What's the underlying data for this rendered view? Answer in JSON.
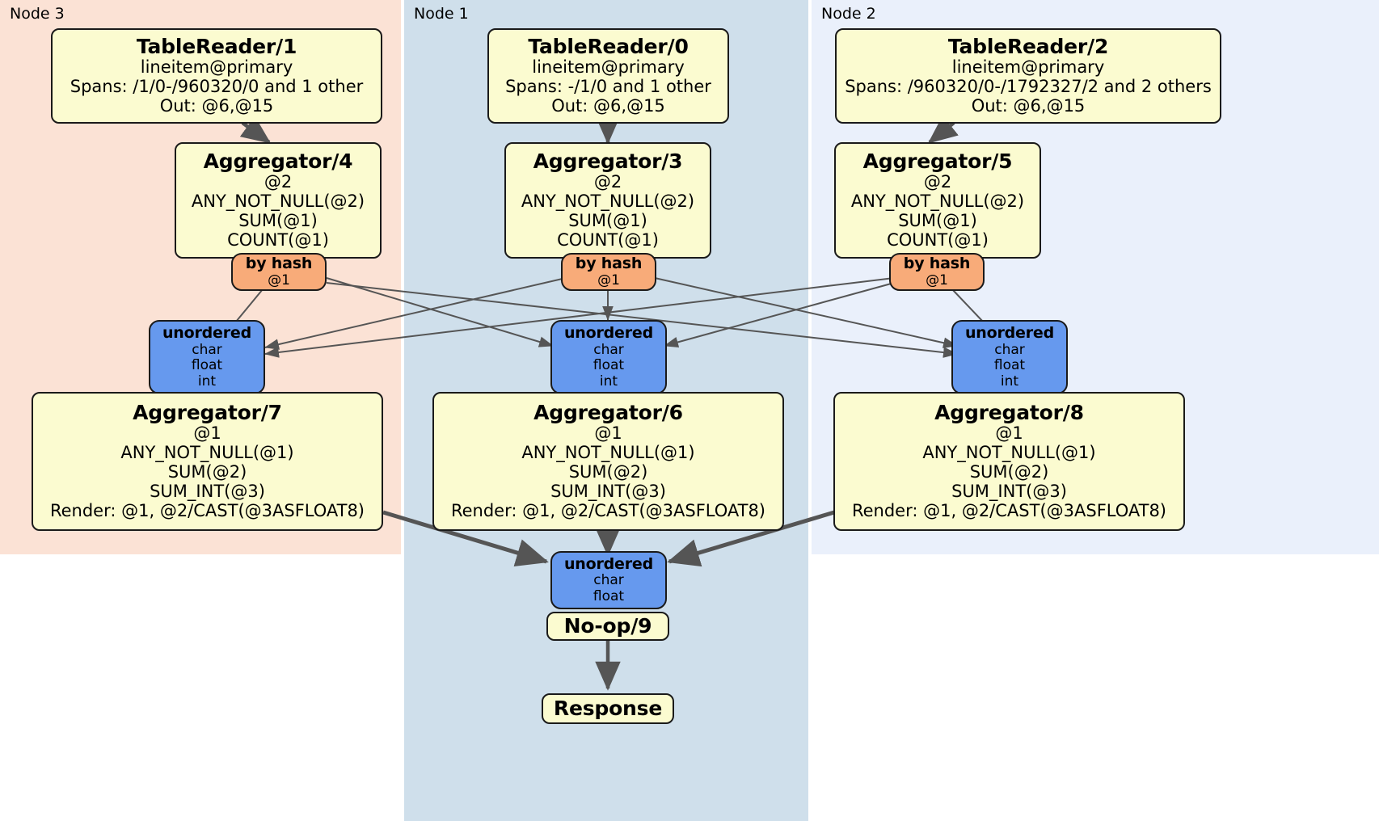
{
  "diagram": {
    "type": "distributed-query-plan",
    "colors": {
      "node3_panel": "#fbe2d5",
      "node1_panel": "#cfdfeb",
      "node2_panel": "#eaf0fb",
      "processor_box": "#fbfbd0",
      "router_box": "#f8ab79",
      "receiver_box": "#6699ee",
      "edge": "#555555",
      "border": "#1a1a1a"
    },
    "panels": [
      {
        "id": "node3",
        "label": "Node 3"
      },
      {
        "id": "node1",
        "label": "Node 1"
      },
      {
        "id": "node2",
        "label": "Node 2"
      }
    ],
    "boxes": {
      "tablereader1": {
        "title": "TableReader/1",
        "lines": [
          "lineitem@primary",
          "Spans: /1/0-/960320/0 and 1 other",
          "Out: @6,@15"
        ]
      },
      "tablereader0": {
        "title": "TableReader/0",
        "lines": [
          "lineitem@primary",
          "Spans: -/1/0 and 1 other",
          "Out: @6,@15"
        ]
      },
      "tablereader2": {
        "title": "TableReader/2",
        "lines": [
          "lineitem@primary",
          "Spans: /960320/0-/1792327/2 and 2 others",
          "Out: @6,@15"
        ]
      },
      "aggregator4": {
        "title": "Aggregator/4",
        "lines": [
          "@2",
          "ANY_NOT_NULL(@2)",
          "SUM(@1)",
          "COUNT(@1)"
        ]
      },
      "aggregator3": {
        "title": "Aggregator/3",
        "lines": [
          "@2",
          "ANY_NOT_NULL(@2)",
          "SUM(@1)",
          "COUNT(@1)"
        ]
      },
      "aggregator5": {
        "title": "Aggregator/5",
        "lines": [
          "@2",
          "ANY_NOT_NULL(@2)",
          "SUM(@1)",
          "COUNT(@1)"
        ]
      },
      "byhash_node3": {
        "title": "by hash",
        "lines": [
          "@1"
        ]
      },
      "byhash_node1": {
        "title": "by hash",
        "lines": [
          "@1"
        ]
      },
      "byhash_node2": {
        "title": "by hash",
        "lines": [
          "@1"
        ]
      },
      "unordered_node3": {
        "title": "unordered",
        "lines": [
          "char",
          "float",
          "int"
        ]
      },
      "unordered_node1": {
        "title": "unordered",
        "lines": [
          "char",
          "float",
          "int"
        ]
      },
      "unordered_node2": {
        "title": "unordered",
        "lines": [
          "char",
          "float",
          "int"
        ]
      },
      "aggregator7": {
        "title": "Aggregator/7",
        "lines": [
          "@1",
          "ANY_NOT_NULL(@1)",
          "SUM(@2)",
          "SUM_INT(@3)",
          "Render: @1, @2/CAST(@3ASFLOAT8)"
        ]
      },
      "aggregator6": {
        "title": "Aggregator/6",
        "lines": [
          "@1",
          "ANY_NOT_NULL(@1)",
          "SUM(@2)",
          "SUM_INT(@3)",
          "Render: @1, @2/CAST(@3ASFLOAT8)"
        ]
      },
      "aggregator8": {
        "title": "Aggregator/8",
        "lines": [
          "@1",
          "ANY_NOT_NULL(@1)",
          "SUM(@2)",
          "SUM_INT(@3)",
          "Render: @1, @2/CAST(@3ASFLOAT8)"
        ]
      },
      "unordered_final": {
        "title": "unordered",
        "lines": [
          "char",
          "float"
        ]
      },
      "noop9": {
        "title": "No-op/9",
        "lines": []
      },
      "response": {
        "title": "Response",
        "lines": []
      }
    }
  }
}
